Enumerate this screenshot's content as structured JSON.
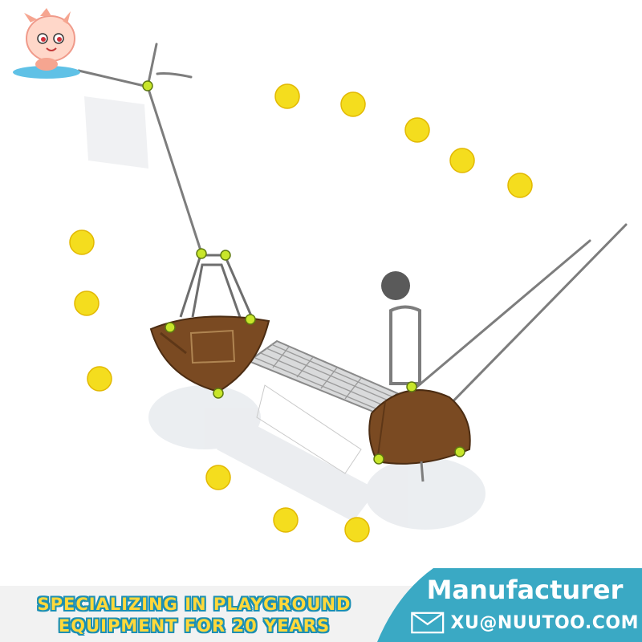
{
  "banner": {
    "tagline_line1": "SPECIALIZING IN PLAYGROUND",
    "tagline_line2": "EQUIPMENT FOR 20 YEARS",
    "title": "Manufacturer",
    "email": "XU@NUUTOO.COM"
  },
  "colors": {
    "tagline_fill": "#ffd83a",
    "tagline_outline": "#1c8fb3",
    "badge_teal": "#3aa9c4",
    "steppers": "#f4dd1e",
    "platform_wood": "#7a4a22",
    "accent_balls": "#c8e62a"
  },
  "icons": {
    "mascot": "cartoon-fish-mascot-icon",
    "email": "envelope-icon"
  }
}
